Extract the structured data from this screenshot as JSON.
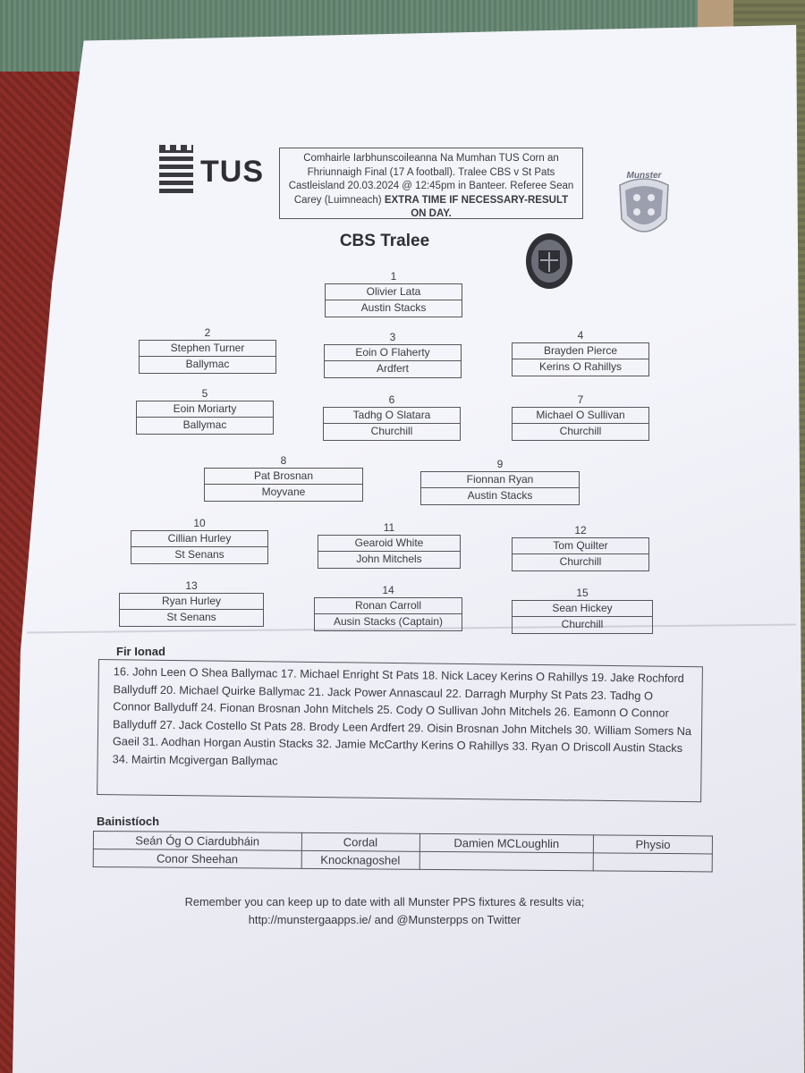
{
  "header": {
    "tus_logo_text": "TUS",
    "info_line_1": "Comhairle Iarbhunscoileanna Na Mumhan TUS Corn an Fhriunnaigh Final (17 A football). Tralee CBS v St Pats Castleisland 20.03.2024 @ 12:45pm in Banteer. Referee Sean Carey (Luimneach) ",
    "info_bold": "EXTRA TIME IF NECESSARY-RESULT ON DAY.",
    "munster_crest_text": "Munster",
    "team_title": "CBS Tralee"
  },
  "players": [
    {
      "num": "1",
      "name": "Olivier Lata",
      "club": "Austin Stacks"
    },
    {
      "num": "2",
      "name": "Stephen Turner",
      "club": "Ballymac"
    },
    {
      "num": "3",
      "name": "Eoin O Flaherty",
      "club": "Ardfert"
    },
    {
      "num": "4",
      "name": "Brayden Pierce",
      "club": "Kerins O Rahillys"
    },
    {
      "num": "5",
      "name": "Eoin Moriarty",
      "club": "Ballymac"
    },
    {
      "num": "6",
      "name": "Tadhg O Slatara",
      "club": "Churchill"
    },
    {
      "num": "7",
      "name": "Michael O Sullivan",
      "club": "Churchill"
    },
    {
      "num": "8",
      "name": "Pat Brosnan",
      "club": "Moyvane"
    },
    {
      "num": "9",
      "name": "Fionnan Ryan",
      "club": "Austin Stacks"
    },
    {
      "num": "10",
      "name": "Cillian Hurley",
      "club": "St Senans"
    },
    {
      "num": "11",
      "name": "Gearoid White",
      "club": "John Mitchels"
    },
    {
      "num": "12",
      "name": "Tom Quilter",
      "club": "Churchill"
    },
    {
      "num": "13",
      "name": "Ryan Hurley",
      "club": "St Senans"
    },
    {
      "num": "14",
      "name": "Ronan Carroll",
      "club": "Ausin Stacks (Captain)"
    },
    {
      "num": "15",
      "name": "Sean Hickey",
      "club": "Churchill"
    }
  ],
  "subs": {
    "label": "Fir Ionad",
    "text": "16. John Leen O Shea Ballymac 17. Michael Enright St Pats 18. Nick Lacey Kerins O Rahillys 19. Jake Rochford Ballyduff 20. Michael Quirke Ballymac 21. Jack Power Annascaul 22. Darragh Murphy St Pats 23. Tadhg O Connor Ballyduff 24. Fionan Brosnan John Mitchels 25. Cody O Sullivan John Mitchels 26. Eamonn O Connor Ballyduff 27. Jack Costello St Pats 28. Brody Leen Ardfert 29. Oisin Brosnan John Mitchels 30. William Somers Na Gaeil 31. Aodhan Horgan Austin Stacks 32. Jamie McCarthy Kerins O Rahillys 33. Ryan O Driscoll Austin Stacks 34. Mairtin Mcgivergan Ballymac"
  },
  "management": {
    "label": "Bainistíoch",
    "rows": [
      [
        "Seán Óg O Ciardubháin",
        "Cordal",
        "Damien MCLoughlin",
        "Physio"
      ],
      [
        "Conor Sheehan",
        "Knocknagoshel",
        "",
        ""
      ]
    ]
  },
  "footer": {
    "line1": "Remember you can keep up to date with all Munster PPS fixtures & results via;",
    "line2": "http://munstergaapps.ie/ and @Munsterpps on Twitter"
  }
}
